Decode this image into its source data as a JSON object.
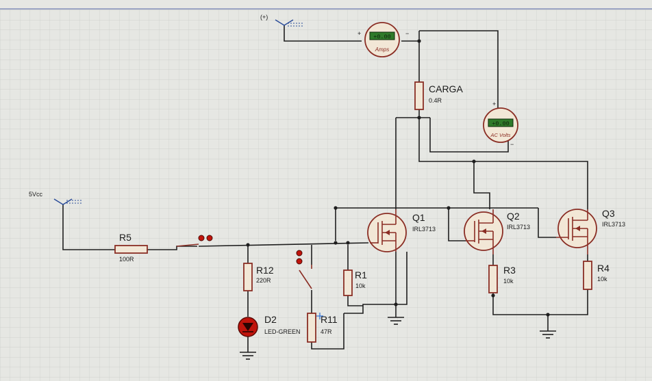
{
  "terminals": {
    "supply_plus": "(+)",
    "supply_5v": "5Vcc"
  },
  "meters": {
    "ammeter": {
      "display": "+0.00",
      "label": "Amps",
      "plus": "+",
      "minus": "−"
    },
    "voltmeter": {
      "display": "+0.00",
      "label": "AC Volts",
      "plus": "+",
      "minus": "−"
    }
  },
  "components": {
    "r5": {
      "ref": "R5",
      "value": "100R"
    },
    "r12": {
      "ref": "R12",
      "value": "220R"
    },
    "d2": {
      "ref": "D2",
      "value": "LED-GREEN"
    },
    "r11": {
      "ref": "R11",
      "value": "47R"
    },
    "r1": {
      "ref": "R1",
      "value": "10k"
    },
    "r3": {
      "ref": "R3",
      "value": "10k"
    },
    "r4": {
      "ref": "R4",
      "value": "10k"
    },
    "carga": {
      "ref": "CARGA",
      "value": "0.4R"
    },
    "q1": {
      "ref": "Q1",
      "value": "IRL3713"
    },
    "q2": {
      "ref": "Q2",
      "value": "IRL3713"
    },
    "q3": {
      "ref": "Q3",
      "value": "IRL3713"
    }
  },
  "colors": {
    "background": "#e6e7e3",
    "grid": "#c9ccc8",
    "component": "#8a2d24",
    "wire": "#1e1e1e",
    "meter_display": "#2f7a2a",
    "led": "#c0140c",
    "terminal": "#2b4d9a"
  }
}
